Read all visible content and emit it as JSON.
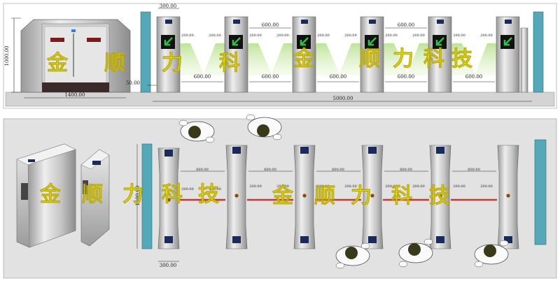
{
  "top_view": {
    "height_label": "1000.00",
    "width_label": "1400.00",
    "wall_offset_label": "50.00",
    "pillar_width_label": "300.00",
    "total_length_label": "5000.00",
    "lane_gap_labels": [
      "600.00",
      "600.00"
    ],
    "lane_bottom_labels": [
      "600.00",
      "600.00",
      "600.00",
      "600.00",
      "600.00"
    ],
    "wing_labels": [
      "200.00",
      "200.00",
      "200.00",
      "200.00",
      "200.00",
      "200.00",
      "200.00",
      "200.00",
      "200.00",
      "200.00"
    ]
  },
  "plan_view": {
    "height_label": "1400.00",
    "pillar_width_label": "300.00",
    "lane_labels": [
      "600.00",
      "600.00",
      "600.00",
      "600.00",
      "600.00"
    ],
    "wing_labels": [
      "200.00",
      "200.00",
      "200.00",
      "200.00",
      "200.00",
      "200.00",
      "200.00",
      "200.00",
      "200.00",
      "200.00"
    ]
  },
  "watermark": [
    "金",
    "顺",
    "力",
    "科",
    "技"
  ],
  "colors": {
    "panel_fill": "#c8c8c8",
    "glass": "#54a8b8",
    "beam": "#c23a3a",
    "light_cone": "#c9e8a8",
    "arrow": "#2cc14a",
    "watermark": "#f4f000"
  }
}
